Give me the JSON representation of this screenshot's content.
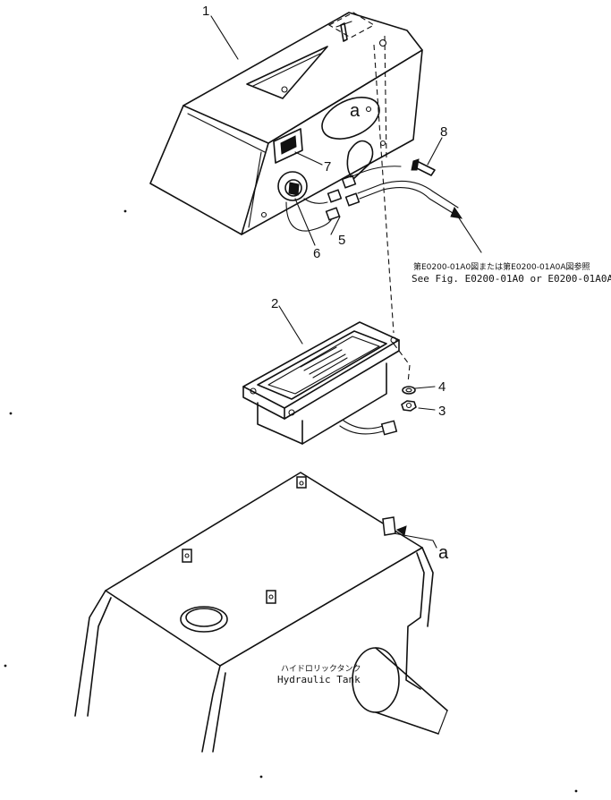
{
  "callouts": {
    "p1": "1",
    "p2": "2",
    "p3": "3",
    "p4": "4",
    "p5": "5",
    "p6": "6",
    "p7": "7",
    "p8": "8"
  },
  "view_letter_top": "a",
  "view_letter_bottom": "a",
  "reference_note": {
    "jp": "第E0200-01A0図または第E0200-01A0A図参照",
    "en": "See Fig. E0200-01A0 or E0200-01A0A"
  },
  "tank_label": {
    "jp": "ハイドロリックタンク",
    "en": "Hydraulic Tank"
  }
}
